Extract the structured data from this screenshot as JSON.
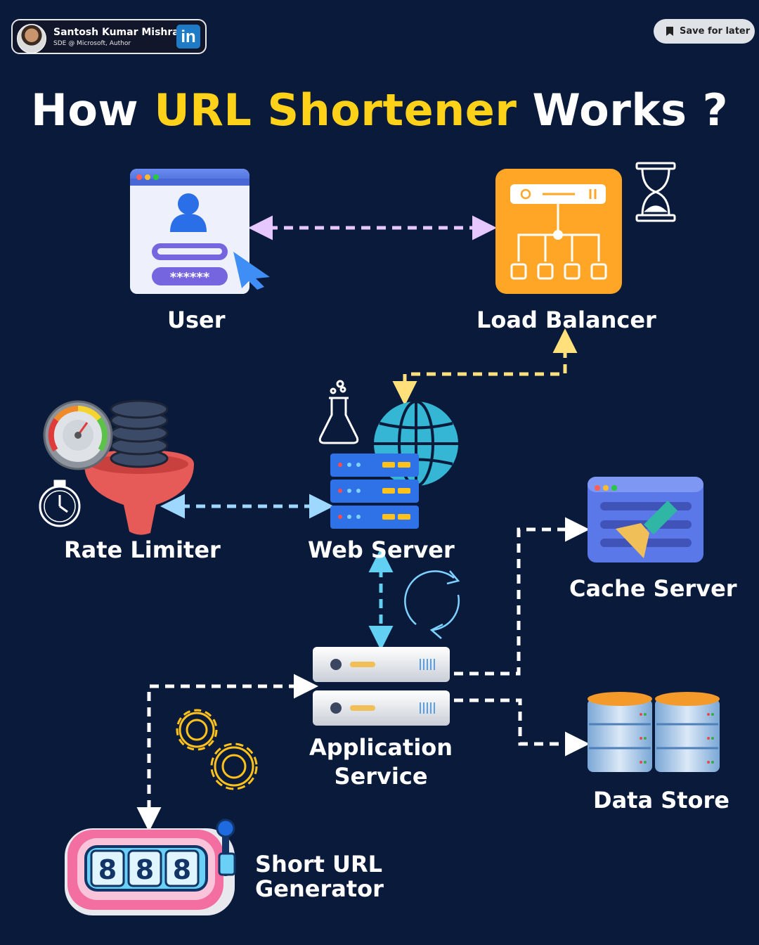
{
  "header": {
    "author_name": "Santosh Kumar Mishra",
    "author_role": "SDE @ Microsoft, Author",
    "linkedin_label": "in",
    "save_label": "Save for later"
  },
  "title": {
    "part1": "How",
    "highlight": "URL Shortener",
    "part2": "Works ?"
  },
  "nodes": {
    "user": "User",
    "load_balancer": "Load Balancer",
    "rate_limiter": "Rate Limiter",
    "web_server": "Web Server",
    "cache_server": "Cache Server",
    "application_service_line1": "Application",
    "application_service_line2": "Service",
    "data_store": "Data Store",
    "short_url_line1": "Short URL",
    "short_url_line2": "Generator"
  },
  "slot_digits": [
    "8",
    "8",
    "8"
  ],
  "password_mask": "******",
  "colors": {
    "background": "#0a1a3b",
    "highlight": "#ffd21a",
    "user_lb_arrow": "#e6c8ff",
    "lb_web_arrow": "#ffe07a",
    "rate_web_arrow": "#9fd8ff",
    "web_app_arrow": "#62d0f2",
    "white_arrow": "#ffffff"
  }
}
